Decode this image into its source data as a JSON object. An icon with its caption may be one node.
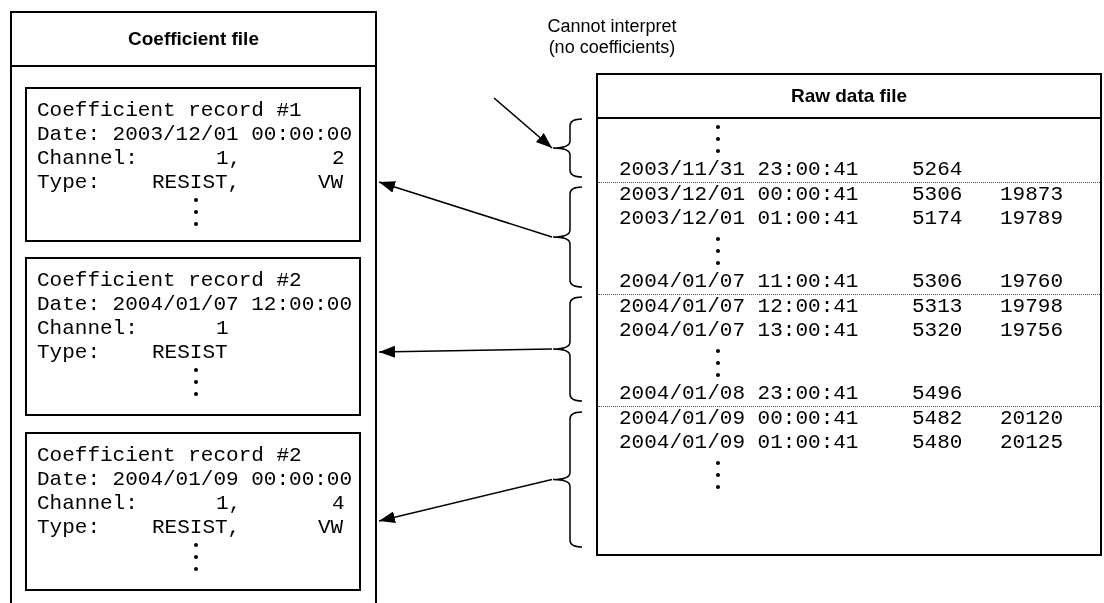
{
  "diagram": {
    "nodes": [
      {
        "text": [
          "Coefficient file"
        ]
      },
      {
        "text": [
          "Coefficient record #1",
          "Date: 2003/12/01 00:00:00",
          "Channel:",
          "1,",
          "2",
          "Type:",
          "RESIST,",
          "VW"
        ],
        "in": 0
      },
      {
        "text": [
          "Coefficient record #2",
          "Date: 2004/01/07 12:00:00",
          "Channel:",
          "1",
          "Type:",
          "RESIST"
        ],
        "in": 0
      },
      {
        "text": [
          "Coefficient record #2",
          "Date: 2004/01/09 00:00:00",
          "Channel:",
          "1,",
          "4",
          "Type:",
          "RESIST,",
          "VW"
        ],
        "in": 0
      },
      {
        "text": [
          "Raw data file"
        ]
      },
      {
        "text": [],
        "shape": "brace"
      },
      {
        "text": [],
        "shape": "brace"
      },
      {
        "text": [],
        "shape": "brace"
      },
      {
        "text": [],
        "shape": "brace"
      },
      {
        "text": [
          "Cannot interpret (no coefficients)"
        ]
      }
    ],
    "edges": [
      {
        "from": 9,
        "to": 5,
        "arrow": "to"
      },
      {
        "from": 6,
        "to": 1,
        "arrow": "to"
      },
      {
        "from": 7,
        "to": 2,
        "arrow": "to"
      },
      {
        "from": 8,
        "to": 3,
        "arrow": "to"
      }
    ],
    "labels": [
      "2003/11/31 23:00:41",
      "5264",
      "2003/12/01 00:00:41",
      "5306",
      "19873",
      "2003/12/01 01:00:41",
      "5174",
      "19789",
      "2004/01/07 11:00:41",
      "5306",
      "19760",
      "2004/01/07 12:00:41",
      "5313",
      "19798",
      "2004/01/07 13:00:41",
      "5320",
      "19756",
      "2004/01/08 23:00:41",
      "5496",
      "2004/01/09 00:00:41",
      "5482",
      "20120",
      "2004/01/09 01:00:41",
      "5480",
      "20125"
    ]
  }
}
